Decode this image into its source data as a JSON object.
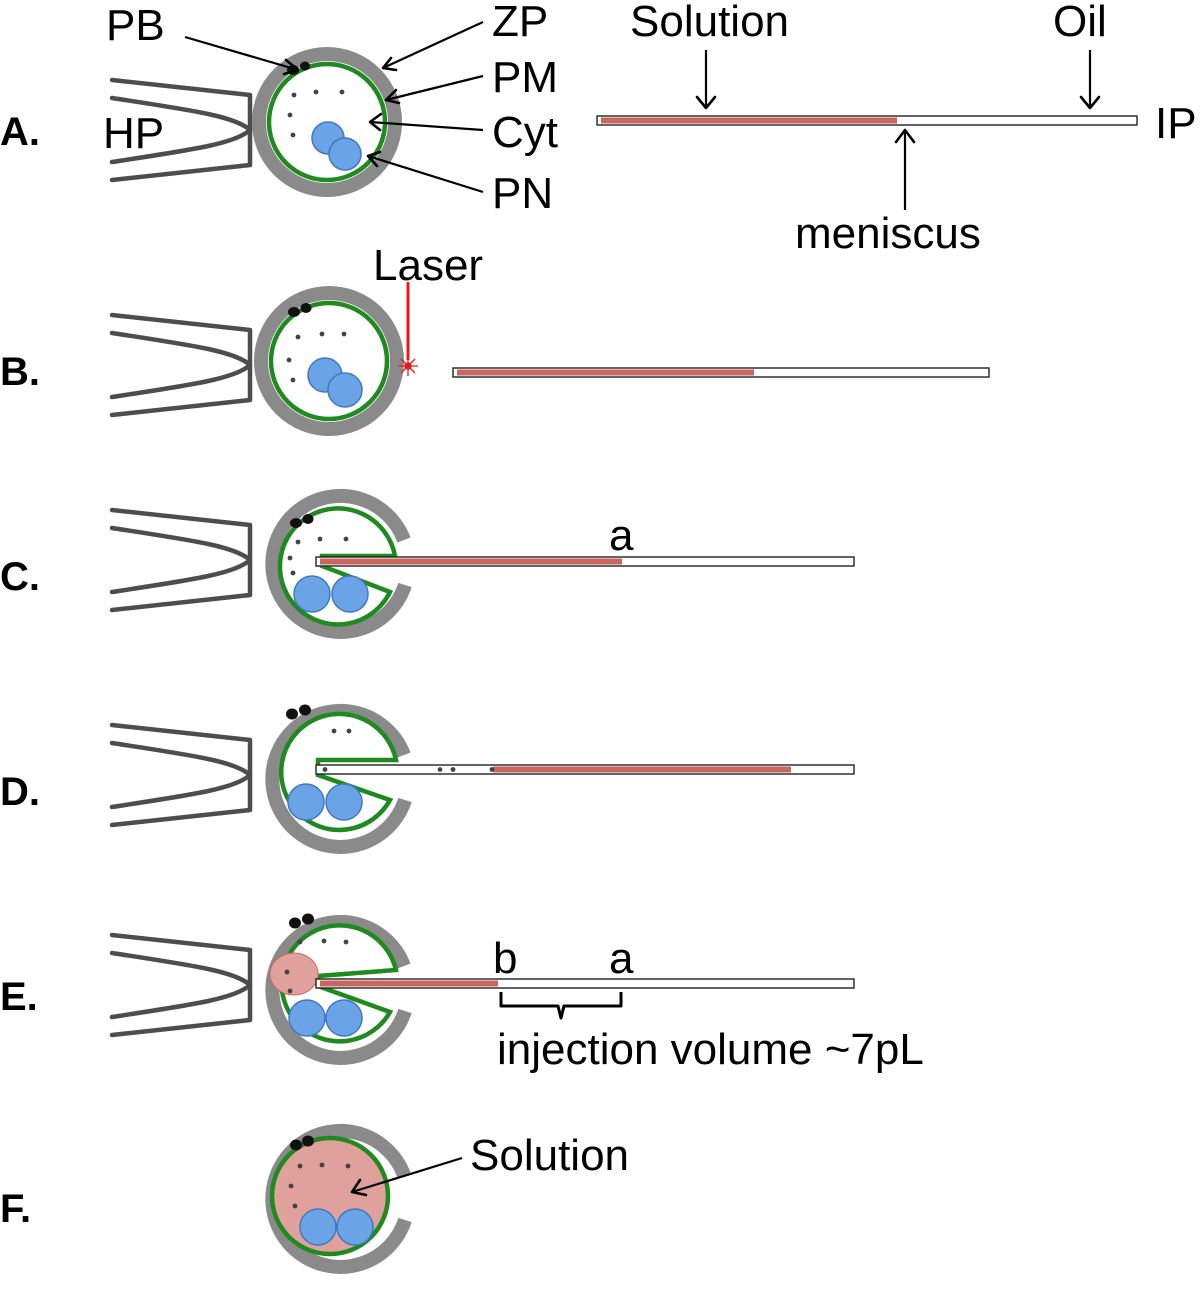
{
  "colors": {
    "zona": "#8a8a8a",
    "membrane": "#1f8a1f",
    "solution": "#c9675f",
    "solution_fill": "#e0a09b",
    "pronucleus": "#6aa4e6",
    "laser": "#e51c1c"
  },
  "panels": [
    {
      "id": "A",
      "label": "A."
    },
    {
      "id": "B",
      "label": "B."
    },
    {
      "id": "C",
      "label": "C."
    },
    {
      "id": "D",
      "label": "D."
    },
    {
      "id": "E",
      "label": "E."
    },
    {
      "id": "F",
      "label": "F."
    }
  ],
  "labels": {
    "pb": "PB",
    "zp": "ZP",
    "pm": "PM",
    "cyt": "Cyt",
    "pn": "PN",
    "hp": "HP",
    "solution": "Solution",
    "oil": "Oil",
    "ip": "IP",
    "meniscus": "meniscus",
    "laser": "Laser",
    "mark_a": "a",
    "mark_b": "b",
    "injection_volume": "injection volume ~7pL",
    "solution_f": "Solution"
  }
}
